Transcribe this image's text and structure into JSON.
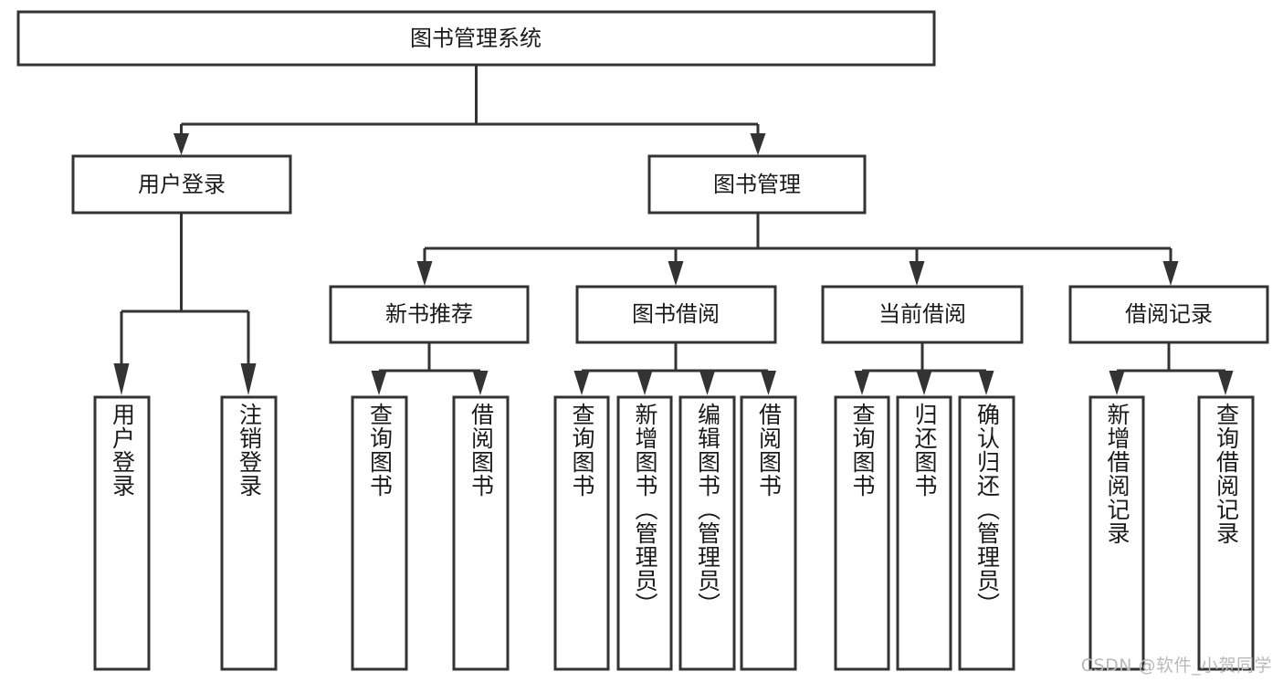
{
  "diagram": {
    "type": "tree-hierarchy-flowchart",
    "title": "图书管理系统",
    "root": {
      "id": "root",
      "label": "图书管理系统",
      "level": 0
    },
    "level2": [
      {
        "id": "user-login",
        "label": "用户登录"
      },
      {
        "id": "book-management",
        "label": "图书管理"
      }
    ],
    "level3": [
      {
        "id": "new-book-recommend",
        "label": "新书推荐",
        "parent": "book-management"
      },
      {
        "id": "book-borrow",
        "label": "图书借阅",
        "parent": "book-management"
      },
      {
        "id": "current-borrow",
        "label": "当前借阅",
        "parent": "book-management"
      },
      {
        "id": "borrow-record",
        "label": "借阅记录",
        "parent": "book-management"
      }
    ],
    "leaves": {
      "user-login": [
        {
          "id": "leaf-user-login",
          "label": "用户登录"
        },
        {
          "id": "leaf-user-logout",
          "label": "注销登录"
        }
      ],
      "new-book-recommend": [
        {
          "id": "leaf-query-book-1",
          "label": "查询图书"
        },
        {
          "id": "leaf-borrow-book-1",
          "label": "借阅图书"
        }
      ],
      "book-borrow": [
        {
          "id": "leaf-query-book-2",
          "label": "查询图书"
        },
        {
          "id": "leaf-add-book",
          "label": "新增图书（管理员）"
        },
        {
          "id": "leaf-edit-book",
          "label": "编辑图书（管理员）"
        },
        {
          "id": "leaf-borrow-book-2",
          "label": "借阅图书"
        }
      ],
      "current-borrow": [
        {
          "id": "leaf-query-book-3",
          "label": "查询图书"
        },
        {
          "id": "leaf-return-book",
          "label": "归还图书"
        },
        {
          "id": "leaf-confirm-return",
          "label": "确认归还（管理员）"
        }
      ],
      "borrow-record": [
        {
          "id": "leaf-add-record",
          "label": "新增借阅记录"
        },
        {
          "id": "leaf-query-record",
          "label": "查询借阅记录"
        }
      ]
    }
  },
  "watermark": {
    "text": "CSDN @软件_小贺同学"
  },
  "colors": {
    "stroke": "#333333",
    "box_fill": "#ffffff",
    "text": "#1a1a1a",
    "watermark": "#b9b9b9",
    "background": "#ffffff"
  }
}
